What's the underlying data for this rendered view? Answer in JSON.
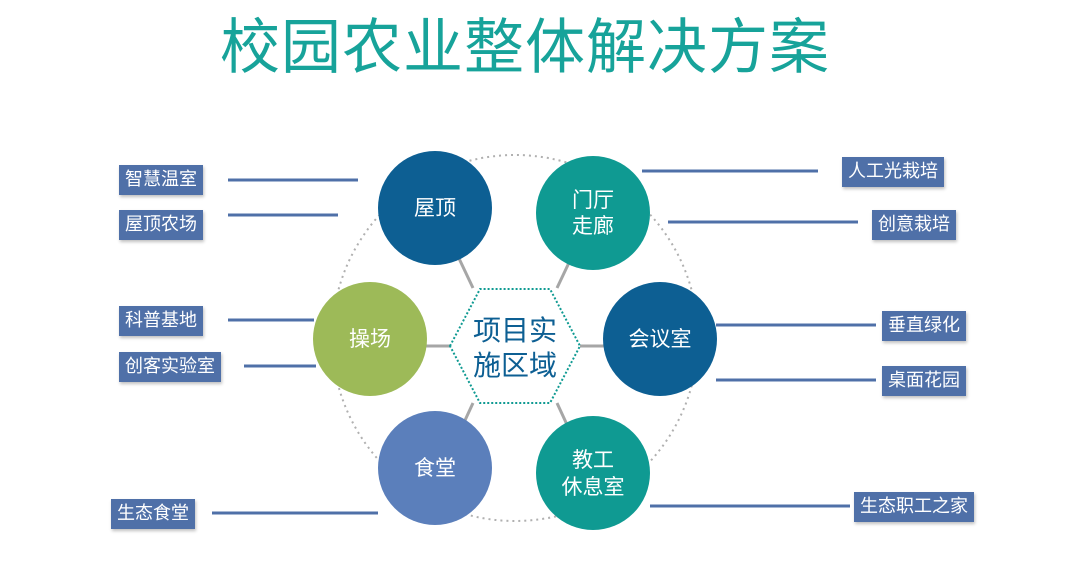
{
  "title": "校园农业整体解决方案",
  "center": {
    "line1": "项目实",
    "line2": "施区域"
  },
  "nodes": [
    {
      "id": "rooftop",
      "lines": [
        "屋顶"
      ],
      "color": "#0d5f93"
    },
    {
      "id": "lobby",
      "lines": [
        "门厅",
        "走廊"
      ],
      "color": "#0f9a92"
    },
    {
      "id": "meeting",
      "lines": [
        "会议室"
      ],
      "color": "#0d5f93"
    },
    {
      "id": "staff",
      "lines": [
        "教工",
        "休息室"
      ],
      "color": "#0f9a92"
    },
    {
      "id": "canteen",
      "lines": [
        "食堂"
      ],
      "color": "#5b7fbb"
    },
    {
      "id": "playground",
      "lines": [
        "操场"
      ],
      "color": "#9dba58"
    }
  ],
  "labels": [
    {
      "id": "smart-greenhouse",
      "text": "智慧温室"
    },
    {
      "id": "rooftop-farm",
      "text": "屋顶农场"
    },
    {
      "id": "artificial-light",
      "text": "人工光栽培"
    },
    {
      "id": "creative-cultivation",
      "text": "创意栽培"
    },
    {
      "id": "science-base",
      "text": "科普基地"
    },
    {
      "id": "maker-lab",
      "text": "创客实验室"
    },
    {
      "id": "vertical-green",
      "text": "垂直绿化"
    },
    {
      "id": "desk-garden",
      "text": "桌面花园"
    },
    {
      "id": "eco-canteen",
      "text": "生态食堂"
    },
    {
      "id": "eco-staff-home",
      "text": "生态职工之家"
    }
  ],
  "colors": {
    "title": "#17a39a",
    "label_bg": "#4f70a8",
    "line": "#4f70a8",
    "hex_border": "#0f9a92",
    "spoke": "#a6a6a6",
    "ring": "#b0b0b0"
  }
}
